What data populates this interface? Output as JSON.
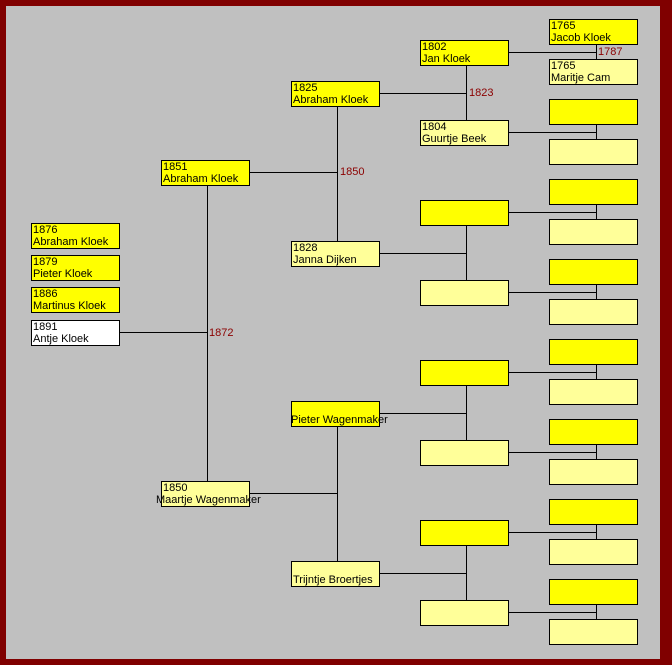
{
  "children": [
    {
      "year": "1876",
      "name": "Abraham Kloek"
    },
    {
      "year": "1879",
      "name": "Pieter Kloek"
    },
    {
      "year": "1886",
      "name": "Martinus Kloek"
    },
    {
      "year": "1891",
      "name": "Antje Kloek"
    }
  ],
  "parents": {
    "father": {
      "year": "1851",
      "name": "Abraham Kloek"
    },
    "mother": {
      "year": "1850",
      "name": "Maartje Wagenmaker"
    },
    "marriage": "1872"
  },
  "grandparents": {
    "paternal_father": {
      "year": "1825",
      "name": "Abraham Kloek"
    },
    "paternal_mother": {
      "year": "1828",
      "name": "Janna Dijken"
    },
    "paternal_marriage": "1850",
    "maternal_father": {
      "year": "",
      "name": "Pieter Wagenmaker"
    },
    "maternal_mother": {
      "year": "",
      "name": "Trijntje Broertjes"
    }
  },
  "great_grandparents": {
    "p1": {
      "year": "1802",
      "name": "Jan Kloek"
    },
    "p2": {
      "year": "1804",
      "name": "Guurtje Beek"
    },
    "p_marriage": "1823"
  },
  "gen4": {
    "g1": {
      "year": "1765",
      "name": "Jacob Kloek"
    },
    "g2": {
      "year": "1765",
      "name": "Maritje Cam"
    },
    "marriage": "1787"
  },
  "colors": {
    "male": "#ffff00",
    "female": "#ffff99",
    "selected": "#ffffff",
    "marriage_year": "#8b0000",
    "frame": "#800000",
    "background": "#c0c0c0"
  }
}
